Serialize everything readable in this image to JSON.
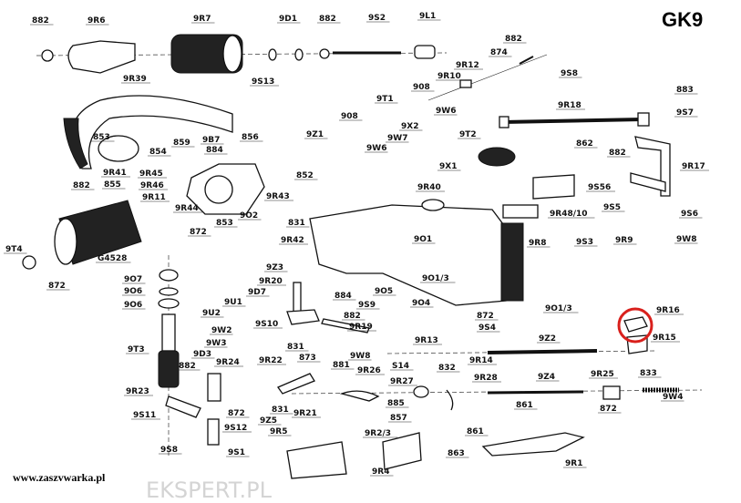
{
  "title": "GK9",
  "website": "www.zaszvwarka.pl",
  "watermark": "EKSPERT.PL",
  "highlight_color": "#d9201c",
  "highlighted_part": "9R16",
  "labels": [
    "882",
    "9R6",
    "9R7",
    "9D1",
    "882",
    "9S2",
    "9L1",
    "882",
    "874",
    "9R12",
    "9R10",
    "9S8",
    "883",
    "9R39",
    "9S13",
    "908",
    "9T1",
    "9W6",
    "9R18",
    "9S7",
    "908",
    "9Z1",
    "853",
    "859",
    "9B7",
    "856",
    "854",
    "884",
    "9W6",
    "9W7",
    "9X2",
    "9T2",
    "862",
    "882",
    "9R17",
    "9X1",
    "852",
    "9R41",
    "9R45",
    "855",
    "9R46",
    "882",
    "9R43",
    "9R11",
    "9R40",
    "9S56",
    "9R44",
    "853",
    "9O2",
    "872",
    "9R48/10",
    "9S5",
    "9S6",
    "831",
    "9R42",
    "9O1",
    "9R8",
    "9S3",
    "9R9",
    "9W8",
    "9T4",
    "G4528",
    "872",
    "9O7",
    "9O6",
    "9O6",
    "9Z3",
    "9R20",
    "9D7",
    "9U1",
    "9U2",
    "884",
    "9S9",
    "882",
    "9R19",
    "9O1/3",
    "9O5",
    "9O4",
    "9O1/3",
    "9R16",
    "9R15",
    "872",
    "9S4",
    "9W2",
    "9S10",
    "831",
    "873",
    "9W8",
    "881",
    "9R13",
    "9R14",
    "9Z2",
    "833",
    "9T3",
    "9W3",
    "9D3",
    "882",
    "9R24",
    "9R22",
    "9R26",
    "S14",
    "832",
    "9R27",
    "9R28",
    "9Z4",
    "9R25",
    "9W4",
    "872",
    "885",
    "9R23",
    "872",
    "831",
    "9R21",
    "9Z5",
    "857",
    "9S11",
    "861",
    "9R5",
    "9R2/3",
    "861",
    "9S12",
    "9S8",
    "9S1",
    "863",
    "9R4",
    "9R1"
  ]
}
